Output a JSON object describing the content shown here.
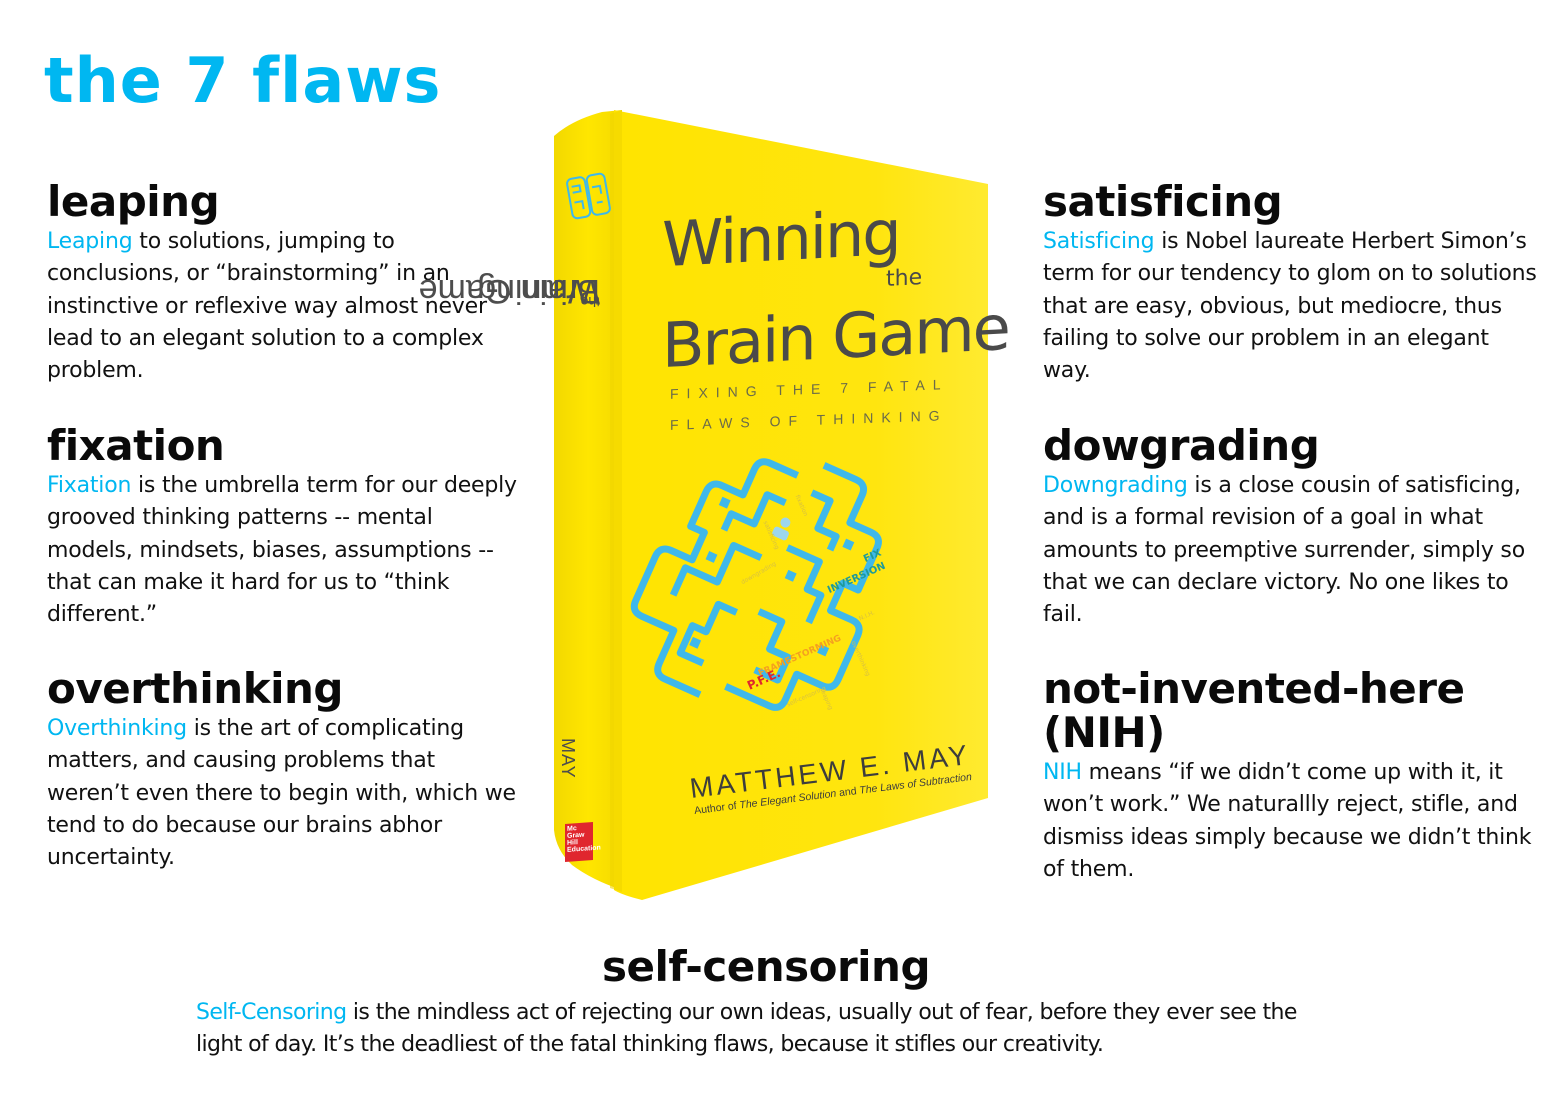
{
  "title": "the 7 flaws",
  "colors": {
    "accent": "#00b7f1",
    "heading": "#0a0a0a",
    "body_text": "#111111",
    "book_yellow": "#ffe600",
    "book_text": "#4a4a4a",
    "brain_blue": "#3fb8ea",
    "publisher_red": "#e0262e"
  },
  "flaws": {
    "leaping": {
      "heading": "leaping",
      "keyword": "Leaping",
      "text": " to solutions, jumping to conclusions, or “brainstorming” in an instinctive or reflexive way almost never lead to an elegant solution to a complex problem."
    },
    "fixation": {
      "heading": "fixation",
      "keyword": "Fixation",
      "text": " is the umbrella term for our deeply grooved thinking patterns -- mental models, mindsets, biases, assumptions -- that can make it hard for us to “think different.”"
    },
    "overthinking": {
      "heading": "overthinking",
      "keyword": "Overthinking",
      "text": " is the art of complicating matters, and causing problems that weren’t even there to begin with, which we tend to do because our brains abhor uncertainty."
    },
    "satisficing": {
      "heading": "satisficing",
      "keyword": "Satisficing",
      "text": " is Nobel laureate Herbert Simon’s term for our tendency to glom on to solutions that are easy, obvious, but mediocre, thus failing to solve our problem in an elegant way."
    },
    "downgrading": {
      "heading": "dowgrading",
      "keyword": "Downgrading",
      "text": " is a close cousin of satisficing, and is a formal revision of a goal in what amounts to preemptive surrender, simply so that we can declare victory. No one likes to fail."
    },
    "nih": {
      "heading": "not-invented-here (NIH)",
      "keyword": "NIH",
      "text": " means “if we didn’t come up with it, it won’t work.” We naturallly reject, stifle, and dismiss ideas simply because we didn’t think of them."
    },
    "self_censoring": {
      "heading": "self-censoring",
      "keyword": "Self-Censoring",
      "text": " is the mindless act of rejecting our own ideas, usually out of fear, before they ever see the light of day. It’s the deadliest of the fatal thinking flaws, because it stifles our creativity."
    }
  },
  "book": {
    "title_line1": "Winning",
    "title_the": "the",
    "title_line2": "Brain Game",
    "subtitle_line1": "FIXING THE 7 FATAL",
    "subtitle_line2": "FLAWS OF THINKING",
    "author": "MATTHEW E. MAY",
    "byline_prefix": "Author of ",
    "byline_book1": "The Elegant Solution",
    "byline_and": " and ",
    "byline_book2": "The Laws of Subtraction",
    "spine_title_main": "Winning",
    "spine_title_the": " the ",
    "spine_title_end": "Brain Game",
    "spine_author": "MAY",
    "publisher": "Mc Graw Hill Education",
    "brain_labels": {
      "fixation": "fixation",
      "satisficing": "satisficing",
      "downgrading": "downgrading",
      "fix": "FIX",
      "inversion": "INVERSION",
      "framestorming": "FRAMESTORMING",
      "nih": "N.I.H.",
      "pfe": "P.F.E.",
      "self_censoring": "self-censoring",
      "overthinking": "overthinking",
      "leaping": "leaping"
    }
  }
}
